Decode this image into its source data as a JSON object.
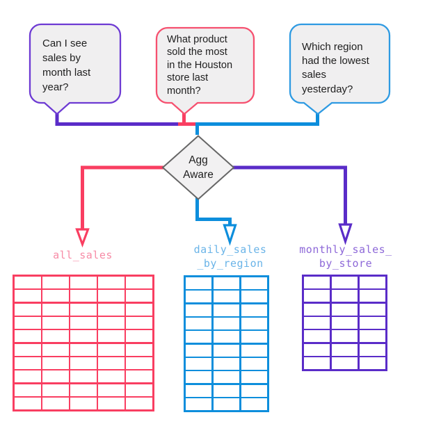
{
  "colors": {
    "purple": "#5a2cc8",
    "pink": "#f93e61",
    "blue": "#0d8edc",
    "bubble-purple": "#6d3ad3",
    "bubble-pink": "#f6506f",
    "bubble-blue": "#2e9ae2",
    "label-pink": "#f78ba6",
    "label-blue": "#6ab4e8",
    "label-purple": "#8d68d8",
    "bubble-fill": "#f0eff0",
    "diamond-fill": "#f2f1f2",
    "diamond-border": "#666666",
    "text": "#1e1e1e"
  },
  "bubbles": [
    {
      "text": "Can I see\nsales by\nmonth last\nyear?"
    },
    {
      "text": "What product\nsold the most\nin the Houston\nstore last\nmonth?"
    },
    {
      "text": "Which region\nhad the lowest\nsales\nyesterday?"
    }
  ],
  "decision": {
    "label": "Agg\nAware"
  },
  "tables": [
    {
      "name": "all_sales",
      "color": "#f93e61",
      "cols": 5,
      "rows": 10
    },
    {
      "name": "daily_sales\n_by_region",
      "color": "#0d8edc",
      "cols": 3,
      "rows": 10
    },
    {
      "name": "monthly_sales_\nby_store",
      "color": "#5a2cc8",
      "cols": 3,
      "rows": 7
    }
  ]
}
